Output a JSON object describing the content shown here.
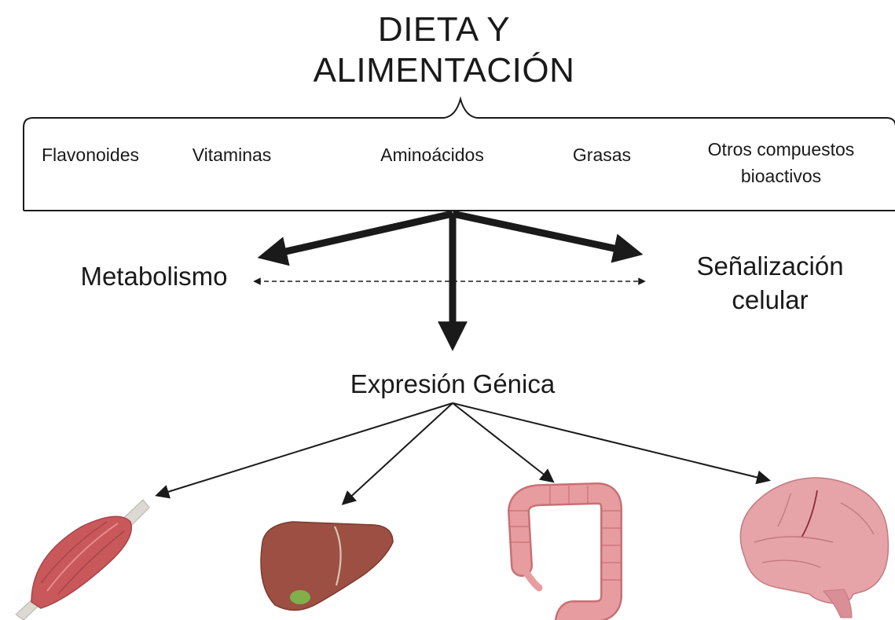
{
  "title": {
    "line1": "DIETA Y",
    "line2": "ALIMENTACIÓN"
  },
  "nutrients": {
    "flavonoides": "Flavonoides",
    "vitaminas": "Vitaminas",
    "aminoacidos": "Aminoácidos",
    "grasas": "Grasas",
    "otros_line1": "Otros compuestos",
    "otros_line2": "bioactivos"
  },
  "nodes": {
    "metabolismo": "Metabolismo",
    "senalizacion_line1": "Señalización",
    "senalizacion_line2": "celular",
    "expresion": "Expresión Génica"
  },
  "organs": [
    "muscle-icon",
    "liver-icon",
    "intestine-icon",
    "brain-icon"
  ],
  "colors": {
    "ink": "#1a1a1a",
    "muscle": "#c9585a",
    "liver": "#9c4f42",
    "gallbladder": "#7fb04a",
    "intestine": "#e79d9f",
    "brain": "#e6a4a8"
  }
}
